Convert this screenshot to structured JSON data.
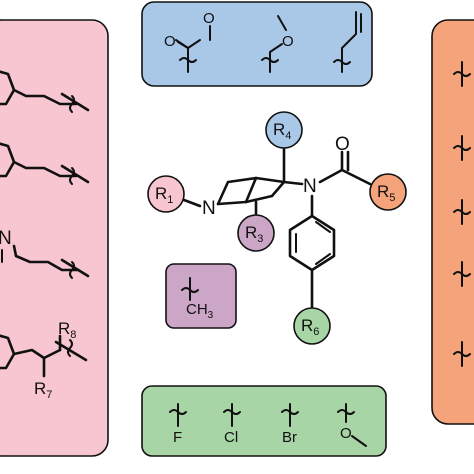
{
  "colors": {
    "pink_fill": "#f7c6d0",
    "pink_stroke": "#111111",
    "blue_fill": "#a9c8e8",
    "orange_fill": "#f4a37a",
    "green_fill": "#a8d5a6",
    "mauve_fill": "#cba6c6",
    "r1_fill": "#f7c6d0",
    "r4_fill": "#a9c8e8",
    "r5_fill": "#f4a37a",
    "r3_fill": "#cba6c6",
    "r6_fill": "#a8d5a6"
  },
  "core": {
    "N_ring": "N",
    "N_amide": "N",
    "O": "O",
    "R1": "R",
    "R1_sub": "1",
    "R3": "R",
    "R3_sub": "3",
    "R4": "R",
    "R4_sub": "4",
    "R5": "R",
    "R5_sub": "5",
    "R6": "R",
    "R6_sub": "6"
  },
  "pink_panel": {
    "N_atom": "N",
    "R7": "R",
    "R7_sub": "7",
    "R8": "R",
    "R8_sub": "8"
  },
  "blue_panel": {
    "O_carbonyl": "O",
    "O_ester": "O",
    "O_ether": "O"
  },
  "mauve_panel": {
    "methyl": "CH",
    "methyl_sub": "3"
  },
  "green_panel": {
    "F": "F",
    "Cl": "Cl",
    "Br": "Br",
    "O": "O"
  }
}
